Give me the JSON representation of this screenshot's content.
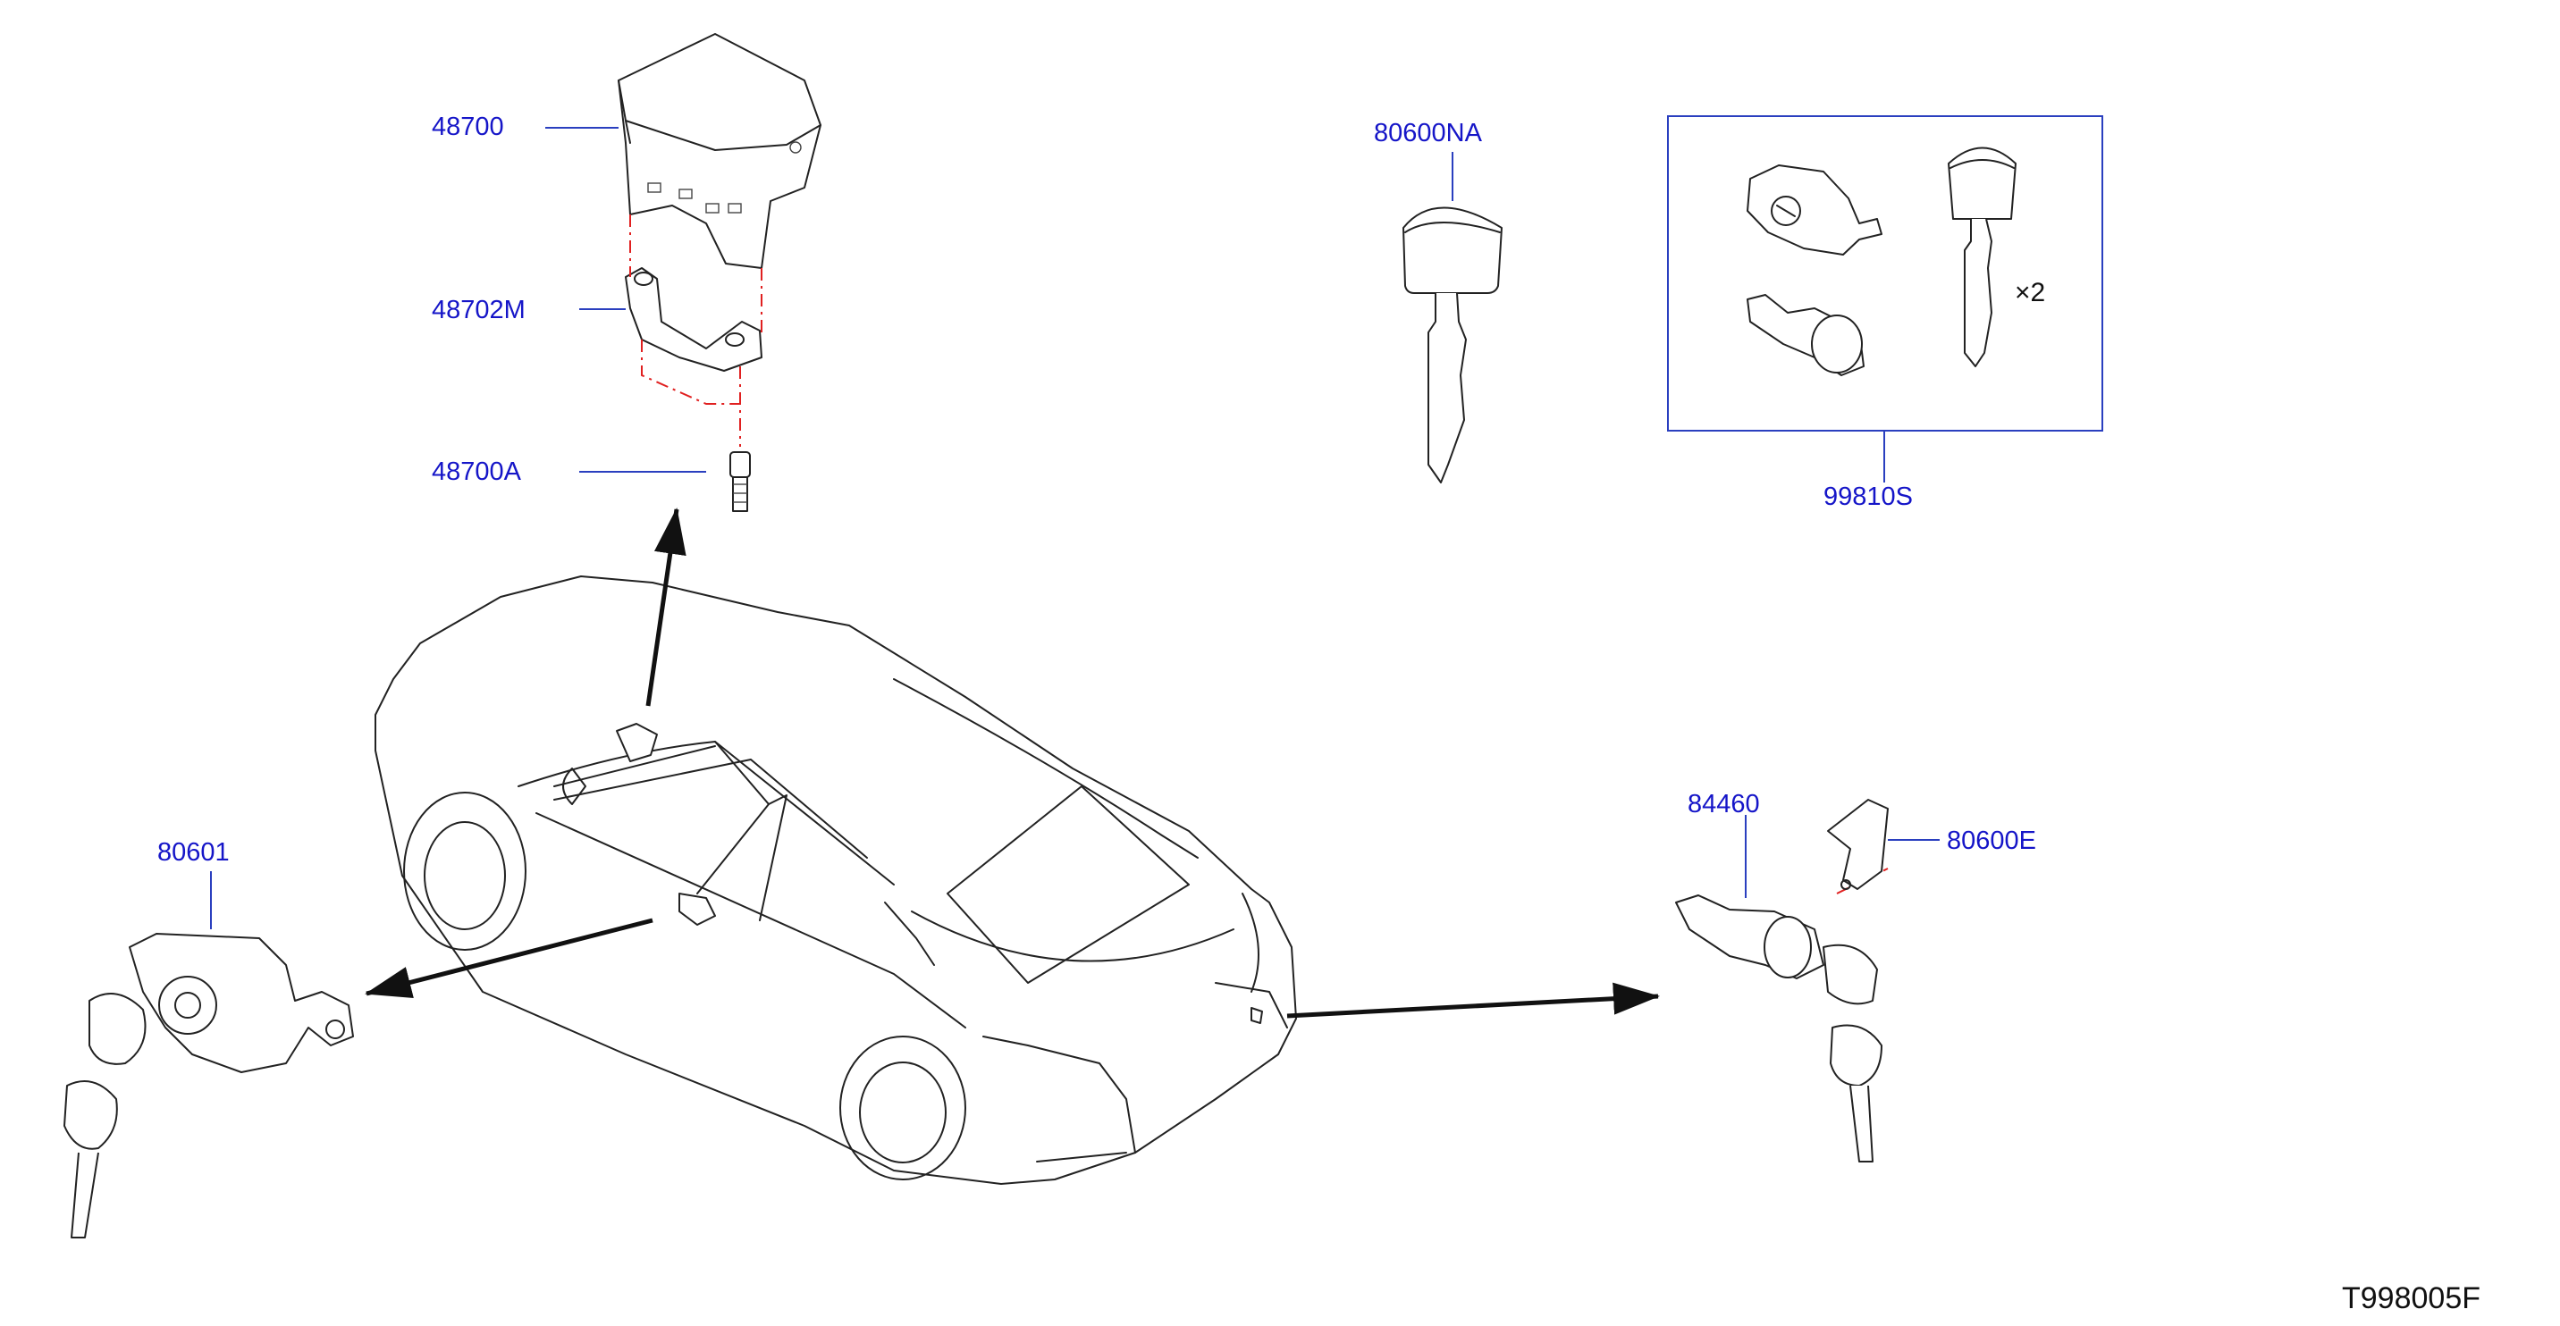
{
  "parts": {
    "p48700": "48700",
    "p48702M": "48702M",
    "p48700A": "48700A",
    "p80600NA": "80600NA",
    "p99810S": "99810S",
    "p80601": "80601",
    "p84460": "84460",
    "p80600E": "80600E"
  },
  "kit_quantity": "×2",
  "diagram_code": "T998005F",
  "colors": {
    "label": "#1515c8",
    "leader": "#2a3fbf",
    "alignment": "#e02020",
    "line": "#222222"
  }
}
